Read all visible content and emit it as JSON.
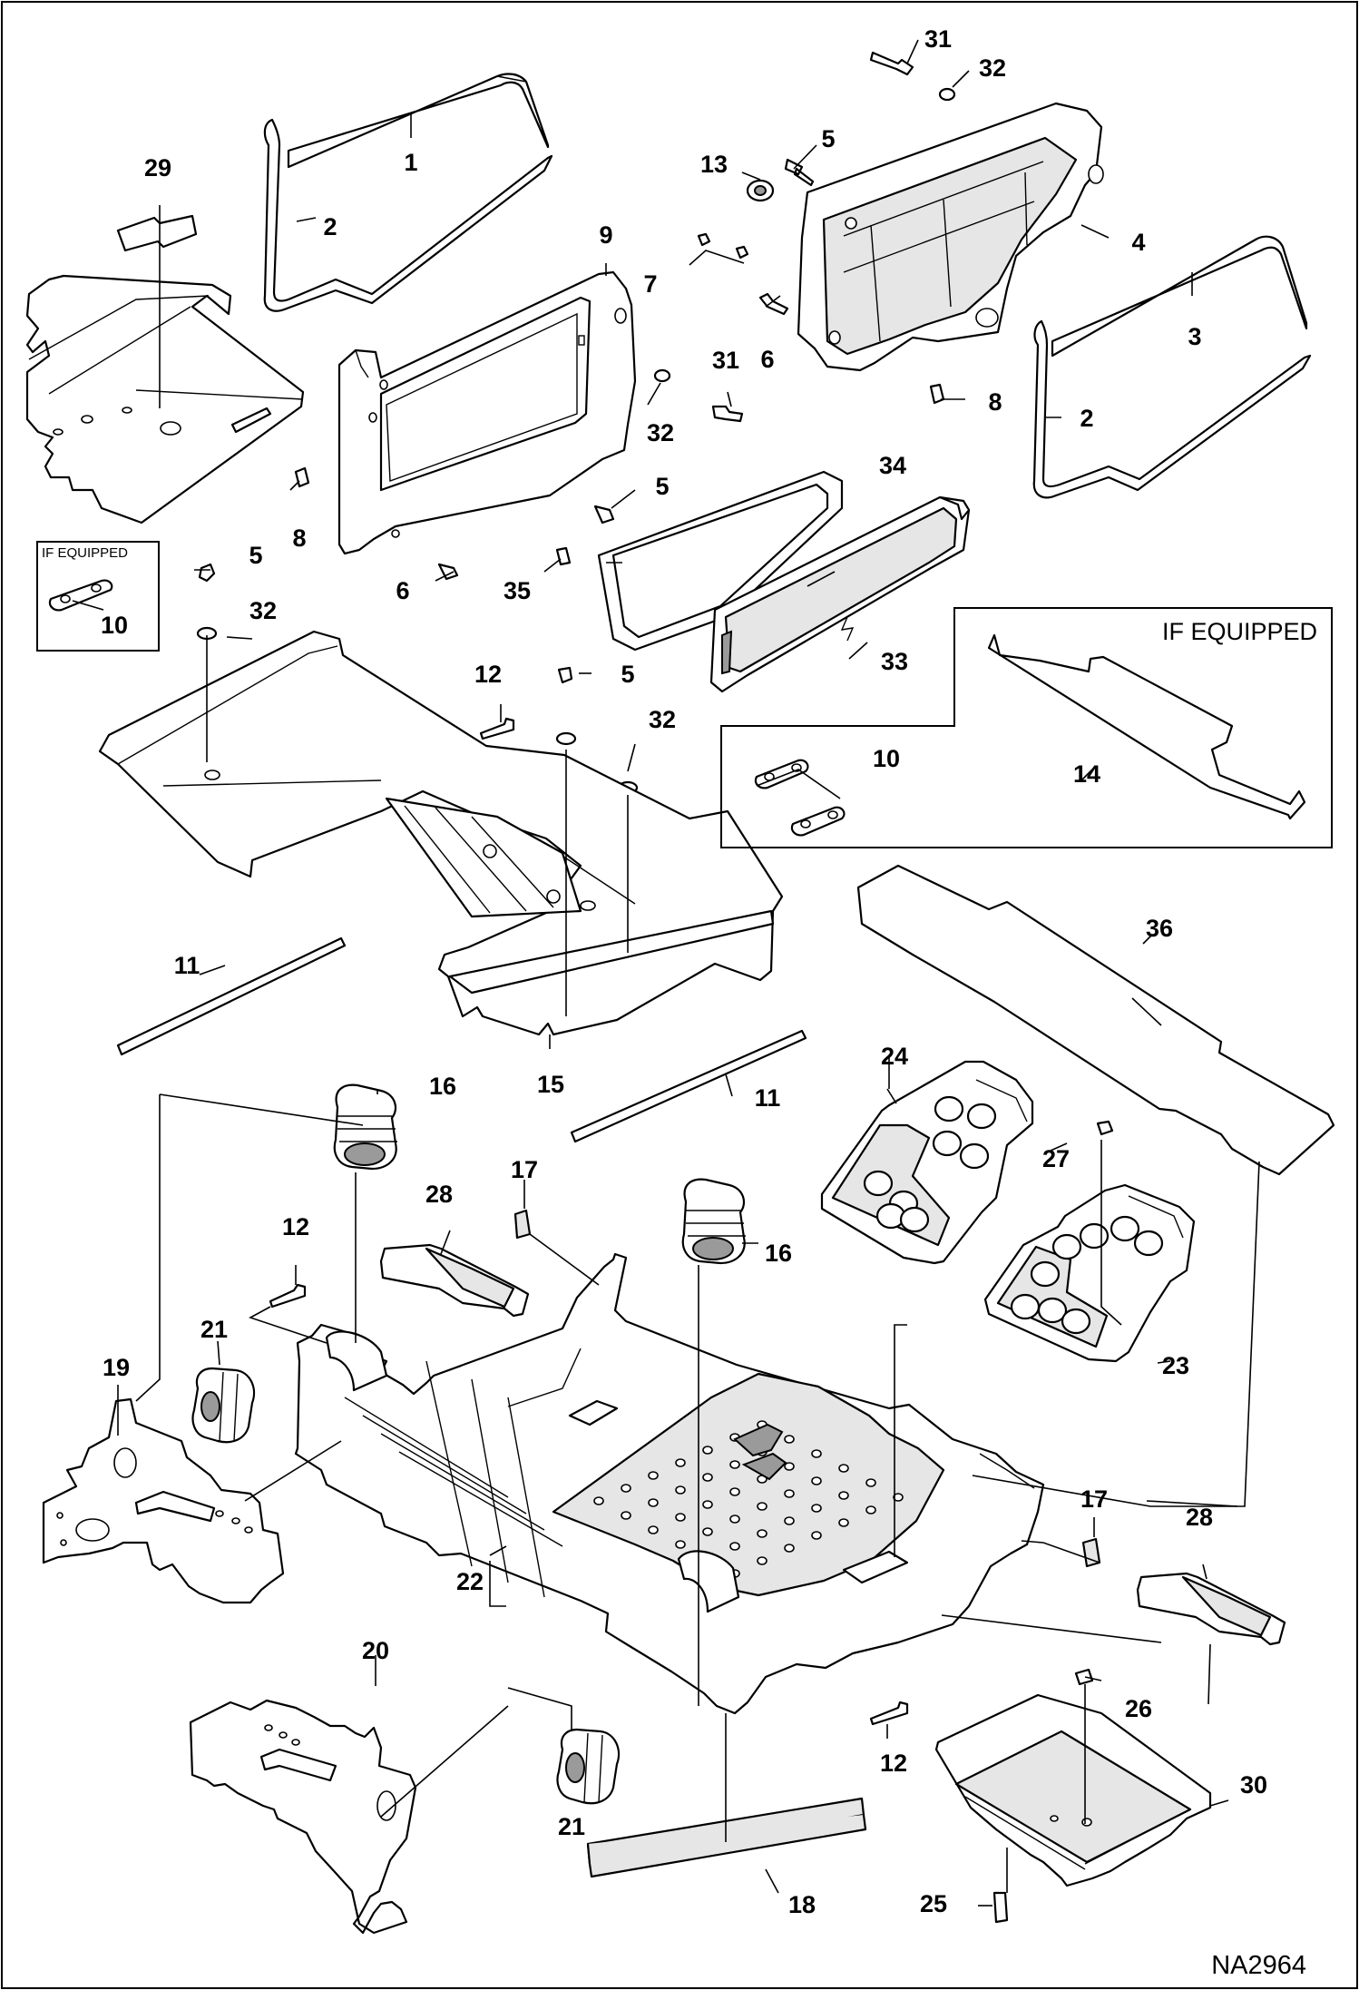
{
  "diagram": {
    "drawing_id": "NA2964",
    "notes": {
      "if_equipped_small": "IF EQUIPPED",
      "if_equipped_large": "IF EQUIPPED"
    },
    "callouts": [
      {
        "id": "c1",
        "label": "1"
      },
      {
        "id": "c2a",
        "label": "2"
      },
      {
        "id": "c2b",
        "label": "2"
      },
      {
        "id": "c3",
        "label": "3"
      },
      {
        "id": "c4",
        "label": "4"
      },
      {
        "id": "c5a",
        "label": "5"
      },
      {
        "id": "c5b",
        "label": "5"
      },
      {
        "id": "c5c",
        "label": "5"
      },
      {
        "id": "c5d",
        "label": "5"
      },
      {
        "id": "c6a",
        "label": "6"
      },
      {
        "id": "c6b",
        "label": "6"
      },
      {
        "id": "c7",
        "label": "7"
      },
      {
        "id": "c8a",
        "label": "8"
      },
      {
        "id": "c8b",
        "label": "8"
      },
      {
        "id": "c9",
        "label": "9"
      },
      {
        "id": "c10a",
        "label": "10"
      },
      {
        "id": "c10b",
        "label": "10"
      },
      {
        "id": "c11a",
        "label": "11"
      },
      {
        "id": "c11b",
        "label": "11"
      },
      {
        "id": "c12a",
        "label": "12"
      },
      {
        "id": "c12b",
        "label": "12"
      },
      {
        "id": "c12c",
        "label": "12"
      },
      {
        "id": "c13",
        "label": "13"
      },
      {
        "id": "c14",
        "label": "14"
      },
      {
        "id": "c15",
        "label": "15"
      },
      {
        "id": "c16a",
        "label": "16"
      },
      {
        "id": "c16b",
        "label": "16"
      },
      {
        "id": "c17a",
        "label": "17"
      },
      {
        "id": "c17b",
        "label": "17"
      },
      {
        "id": "c18",
        "label": "18"
      },
      {
        "id": "c19",
        "label": "19"
      },
      {
        "id": "c20",
        "label": "20"
      },
      {
        "id": "c21a",
        "label": "21"
      },
      {
        "id": "c21b",
        "label": "21"
      },
      {
        "id": "c22",
        "label": "22"
      },
      {
        "id": "c23",
        "label": "23"
      },
      {
        "id": "c24",
        "label": "24"
      },
      {
        "id": "c25",
        "label": "25"
      },
      {
        "id": "c26",
        "label": "26"
      },
      {
        "id": "c27",
        "label": "27"
      },
      {
        "id": "c28a",
        "label": "28"
      },
      {
        "id": "c28b",
        "label": "28"
      },
      {
        "id": "c29",
        "label": "29"
      },
      {
        "id": "c30",
        "label": "30"
      },
      {
        "id": "c31a",
        "label": "31"
      },
      {
        "id": "c31b",
        "label": "31"
      },
      {
        "id": "c32a",
        "label": "32"
      },
      {
        "id": "c32b",
        "label": "32"
      },
      {
        "id": "c32c",
        "label": "32"
      },
      {
        "id": "c32d",
        "label": "32"
      },
      {
        "id": "c33",
        "label": "33"
      },
      {
        "id": "c34",
        "label": "34"
      },
      {
        "id": "c35",
        "label": "35"
      },
      {
        "id": "c36",
        "label": "36"
      }
    ]
  }
}
